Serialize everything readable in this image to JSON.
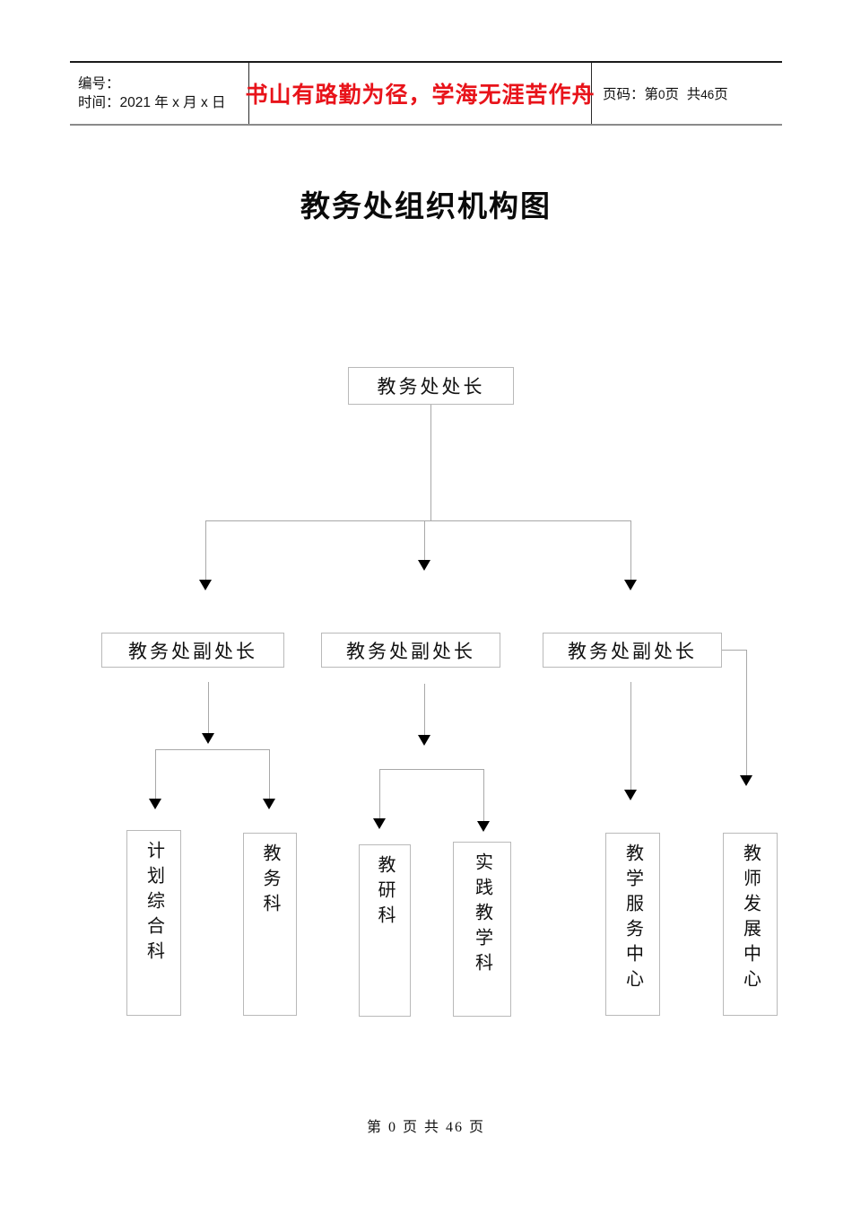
{
  "header": {
    "code_label": "编号：",
    "time_label": "时间：2021 年 x 月 x 日",
    "slogan": "书山有路勤为径，学海无涯苦作舟",
    "slogan_color": "#e8131a",
    "page_label": "页码：",
    "page_current_prefix": "第",
    "page_current": "0",
    "page_current_suffix": "页",
    "page_total_prefix": "共",
    "page_total": "46",
    "page_total_suffix": "页",
    "page_text": "页码：第 0 页  共 46 页"
  },
  "title": "教务处组织机构图",
  "chart_data": {
    "type": "diagram",
    "diagram_kind": "organization-chart",
    "title": "教务处组织机构图",
    "root": {
      "id": "director",
      "label": "教务处处长",
      "orientation": "horizontal"
    },
    "level2": [
      {
        "id": "deputy-1",
        "label": "教务处副处长",
        "orientation": "horizontal"
      },
      {
        "id": "deputy-2",
        "label": "教务处副处长",
        "orientation": "horizontal"
      },
      {
        "id": "deputy-3",
        "label": "教务处副处长",
        "orientation": "horizontal"
      }
    ],
    "level3": [
      {
        "id": "unit-1",
        "label": "计划综合科",
        "orientation": "vertical",
        "parent": "deputy-1"
      },
      {
        "id": "unit-2",
        "label": "教务科",
        "orientation": "vertical",
        "parent": "deputy-1"
      },
      {
        "id": "unit-3",
        "label": "教研科",
        "orientation": "vertical",
        "parent": "deputy-2"
      },
      {
        "id": "unit-4",
        "label": "实践教学科",
        "orientation": "vertical",
        "parent": "deputy-2"
      },
      {
        "id": "unit-5",
        "label": "教学服务中心",
        "orientation": "vertical",
        "parent": "deputy-3"
      },
      {
        "id": "unit-6",
        "label": "教师发展中心",
        "orientation": "vertical",
        "parent": "deputy-3"
      }
    ],
    "edges": [
      {
        "from": "director",
        "to": "deputy-1"
      },
      {
        "from": "director",
        "to": "deputy-2"
      },
      {
        "from": "director",
        "to": "deputy-3"
      },
      {
        "from": "deputy-1",
        "to": "unit-1"
      },
      {
        "from": "deputy-1",
        "to": "unit-2"
      },
      {
        "from": "deputy-2",
        "to": "unit-3"
      },
      {
        "from": "deputy-2",
        "to": "unit-4"
      },
      {
        "from": "deputy-3",
        "to": "unit-5"
      },
      {
        "from": "deputy-3",
        "to": "unit-6"
      }
    ],
    "box_border_color": "#b9b9b9",
    "connector_color": "#a8a8a8",
    "arrowhead_color": "#000000"
  },
  "footer": {
    "text": "第 0 页 共 46 页"
  }
}
